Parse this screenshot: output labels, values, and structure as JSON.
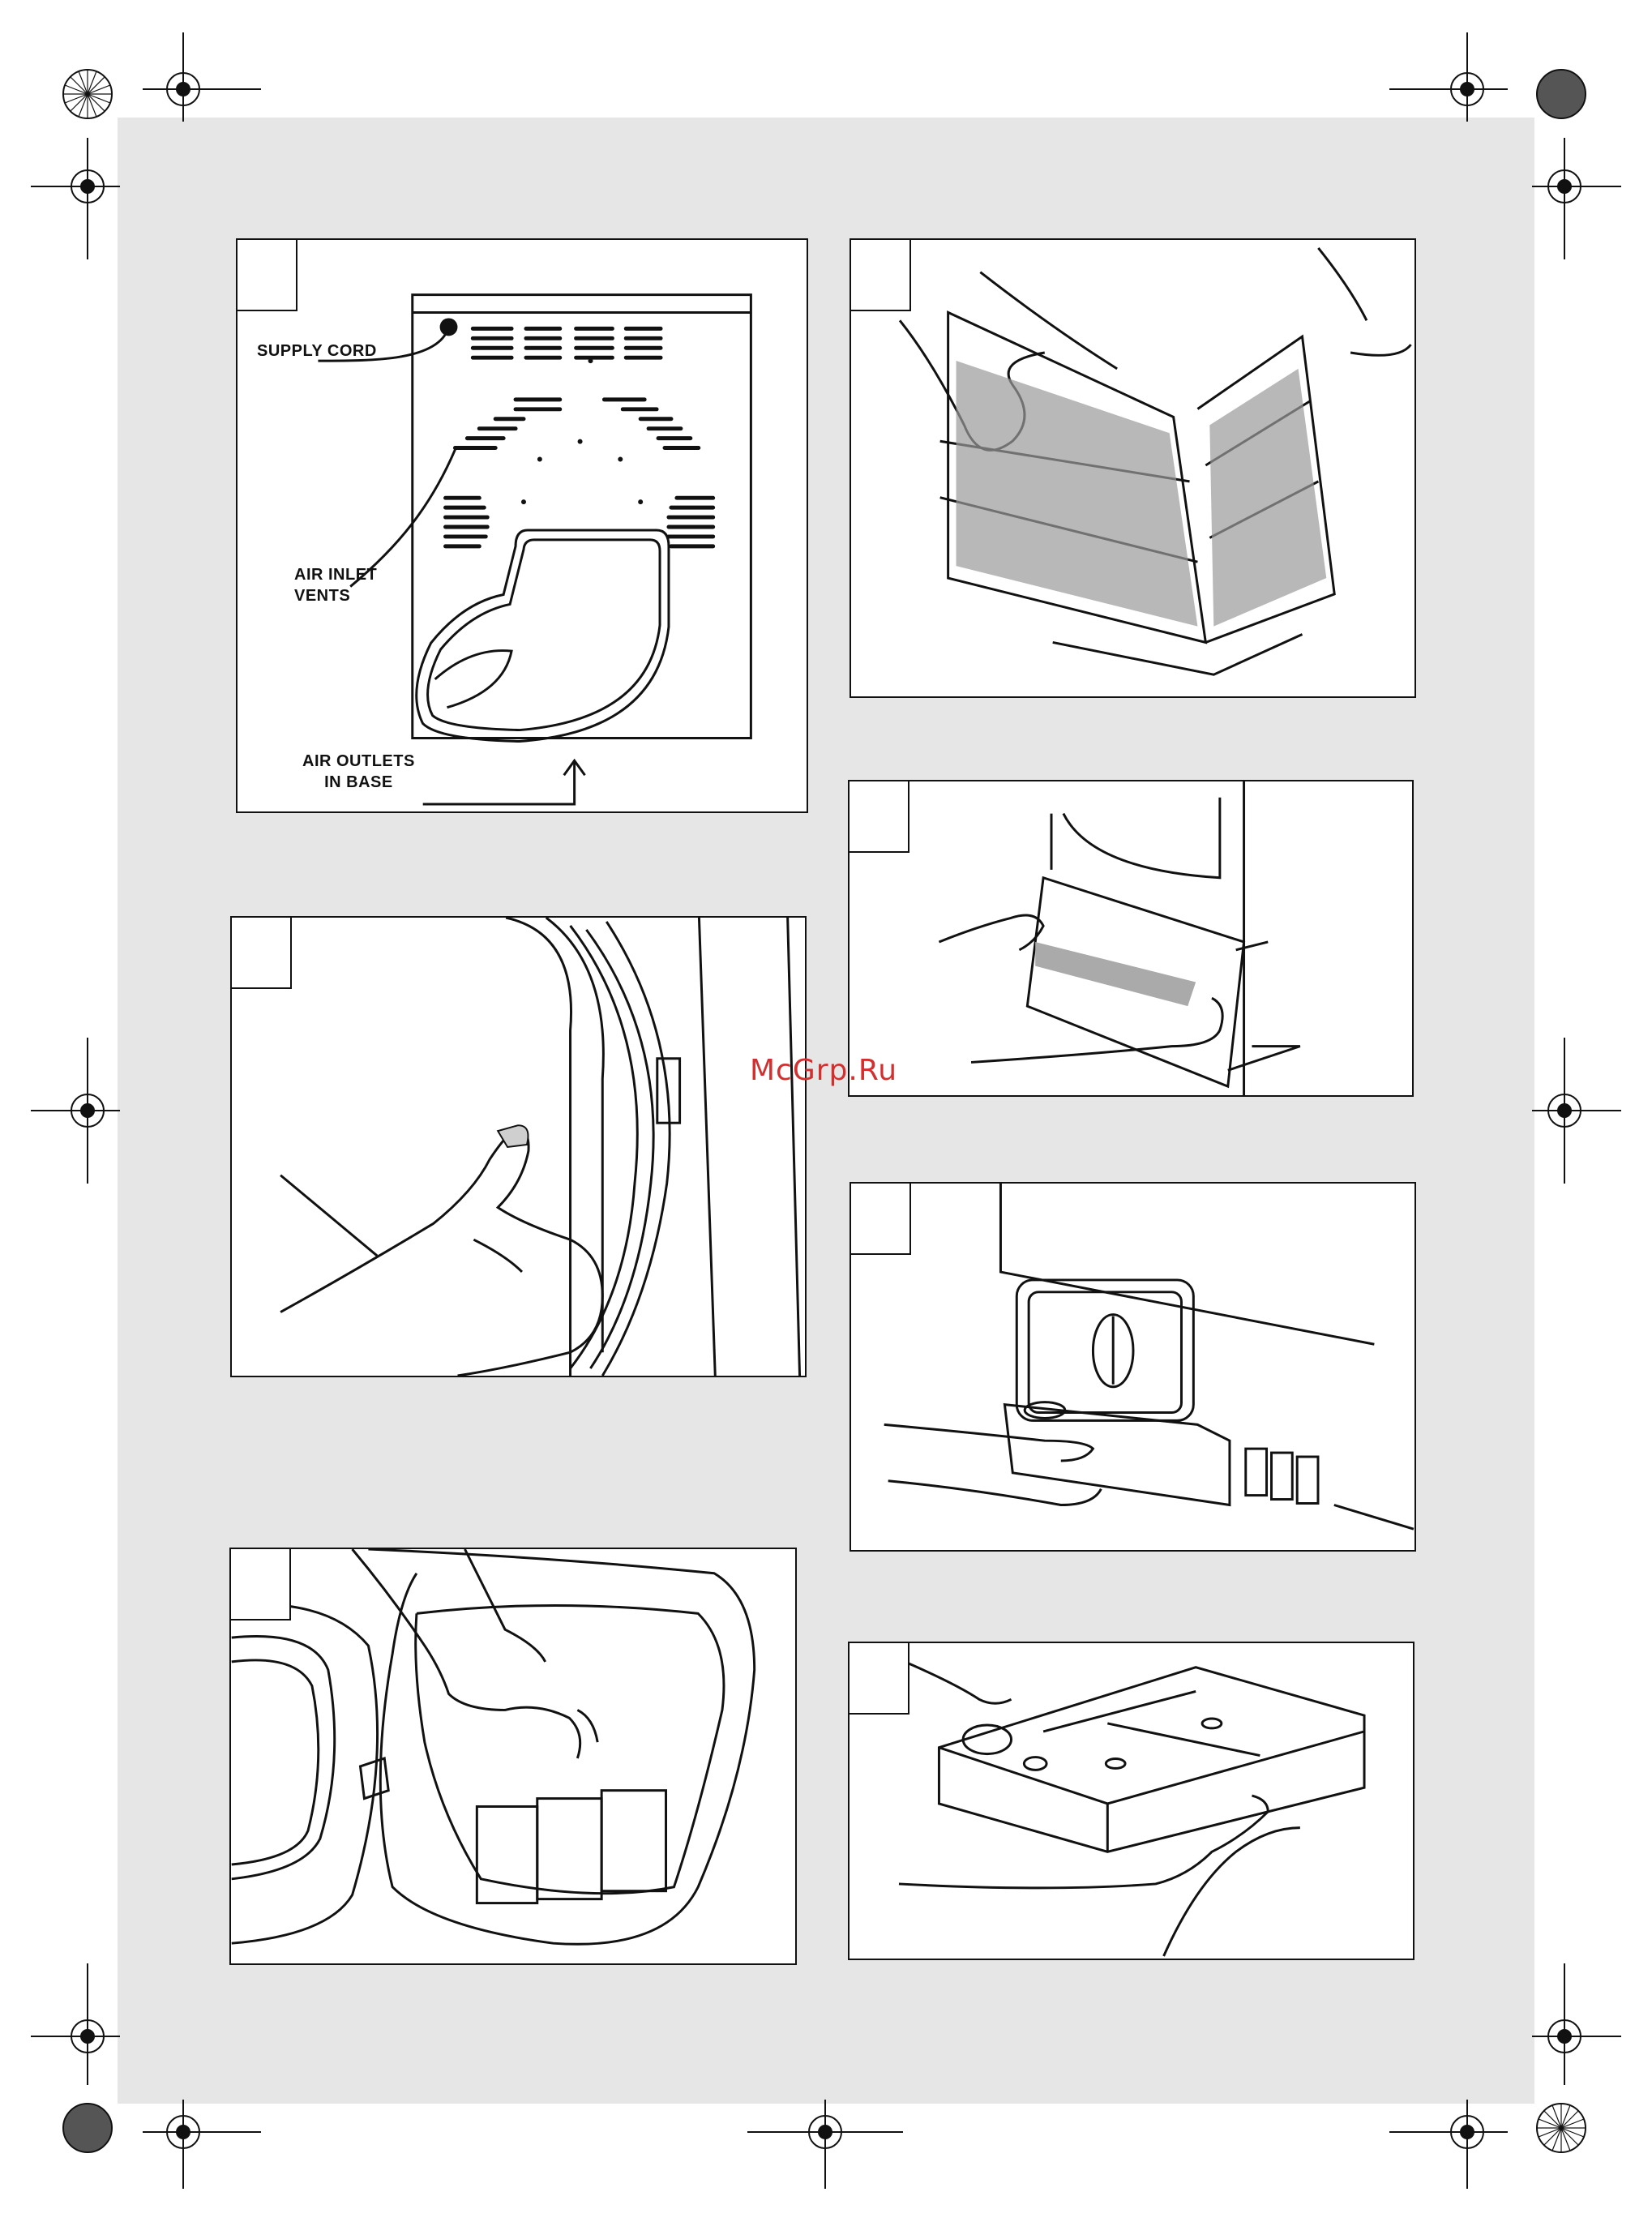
{
  "watermark": "McGrp.Ru",
  "panels": {
    "vents": {
      "supply_cord_label": "SUPPLY CORD",
      "air_inlet_label": "AIR INLET\nVENTS",
      "air_outlets_label": "AIR OUTLETS\nIN BASE"
    },
    "filter_frame": {},
    "door": {},
    "plinth": {},
    "drawer": {},
    "lint_filter": {},
    "tank": {}
  }
}
